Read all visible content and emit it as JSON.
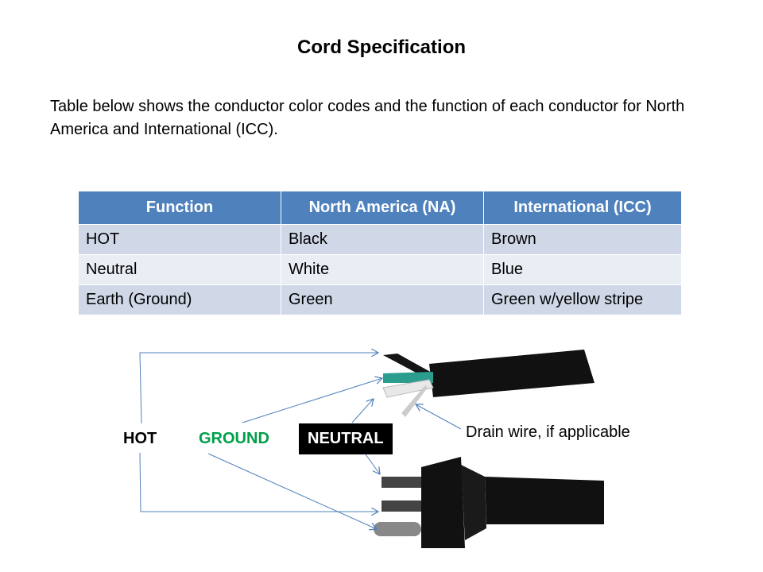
{
  "title": "Cord Specification",
  "intro": "Table below shows the conductor color codes and the function of each conductor for North America and International (ICC).",
  "table": {
    "headers": [
      "Function",
      "North America (NA)",
      "International (ICC)"
    ],
    "rows": [
      [
        "HOT",
        "Black",
        "Brown"
      ],
      [
        "Neutral",
        "White",
        "Blue"
      ],
      [
        "Earth (Ground)",
        "Green",
        "Green w/yellow stripe"
      ]
    ]
  },
  "diagram": {
    "hot": "HOT",
    "ground": "GROUND",
    "neutral": "NEUTRAL",
    "drain": "Drain wire, if applicable",
    "colors": {
      "ground": "#00A04A",
      "arrow": "#4F81BD",
      "header": "#4F81BD"
    }
  }
}
